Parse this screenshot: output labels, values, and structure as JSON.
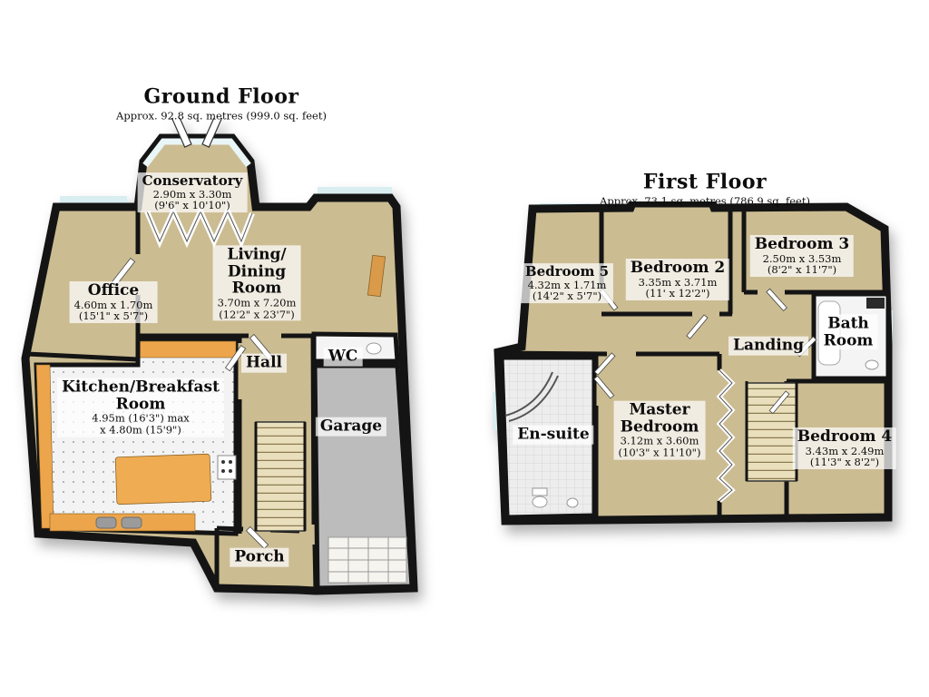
{
  "colors": {
    "floor_beige": "#cbbc92",
    "wall_black": "#141414",
    "kitchen_orange": "#eda54b",
    "island_orange": "#f0ac52",
    "garage_gray": "#bcbcbc",
    "glass_cyan": "#d9eef0",
    "label_bg": "rgba(255,255,255,0.72)"
  },
  "ground_floor": {
    "title": "Ground Floor",
    "subtitle": "Approx. 92.8 sq. metres (999.0 sq. feet)",
    "rooms": {
      "conservatory": {
        "name": "Conservatory",
        "dim_m": "2.90m x 3.30m",
        "dim_ft": "(9'6\" x 10'10\")"
      },
      "office": {
        "name": "Office",
        "dim_m": "4.60m x 1.70m",
        "dim_ft": "(15'1\" x 5'7\")"
      },
      "living_dining": {
        "name_line1": "Living/",
        "name_line2": "Dining",
        "name_line3": "Room",
        "dim_m": "3.70m x 7.20m",
        "dim_ft": "(12'2\" x 23'7\")"
      },
      "kitchen": {
        "name_line1": "Kitchen/Breakfast",
        "name_line2": "Room",
        "dim_m": "4.95m (16'3\") max",
        "dim_ft": "x 4.80m (15'9\")"
      },
      "hall": {
        "name": "Hall"
      },
      "wc": {
        "name": "WC"
      },
      "garage": {
        "name": "Garage"
      },
      "porch": {
        "name": "Porch"
      }
    }
  },
  "first_floor": {
    "title": "First Floor",
    "subtitle": "Approx. 73.1 sq. metres (786.9 sq. feet)",
    "rooms": {
      "bedroom5": {
        "name": "Bedroom 5",
        "dim_m": "4.32m x 1.71m",
        "dim_ft": "(14'2\" x 5'7\")"
      },
      "bedroom2": {
        "name": "Bedroom 2",
        "dim_m": "3.35m x 3.71m",
        "dim_ft": "(11' x 12'2\")"
      },
      "bedroom3": {
        "name": "Bedroom 3",
        "dim_m": "2.50m x 3.53m",
        "dim_ft": "(8'2\" x 11'7\")"
      },
      "bathroom": {
        "name_line1": "Bath",
        "name_line2": "Room"
      },
      "landing": {
        "name": "Landing"
      },
      "ensuite": {
        "name": "En-suite"
      },
      "master": {
        "name_line1": "Master",
        "name_line2": "Bedroom",
        "dim_m": "3.12m x 3.60m",
        "dim_ft": "(10'3\" x 11'10\")"
      },
      "bedroom4": {
        "name": "Bedroom 4",
        "dim_m": "3.43m x 2.49m",
        "dim_ft": "(11'3\" x 8'2\")"
      }
    }
  }
}
